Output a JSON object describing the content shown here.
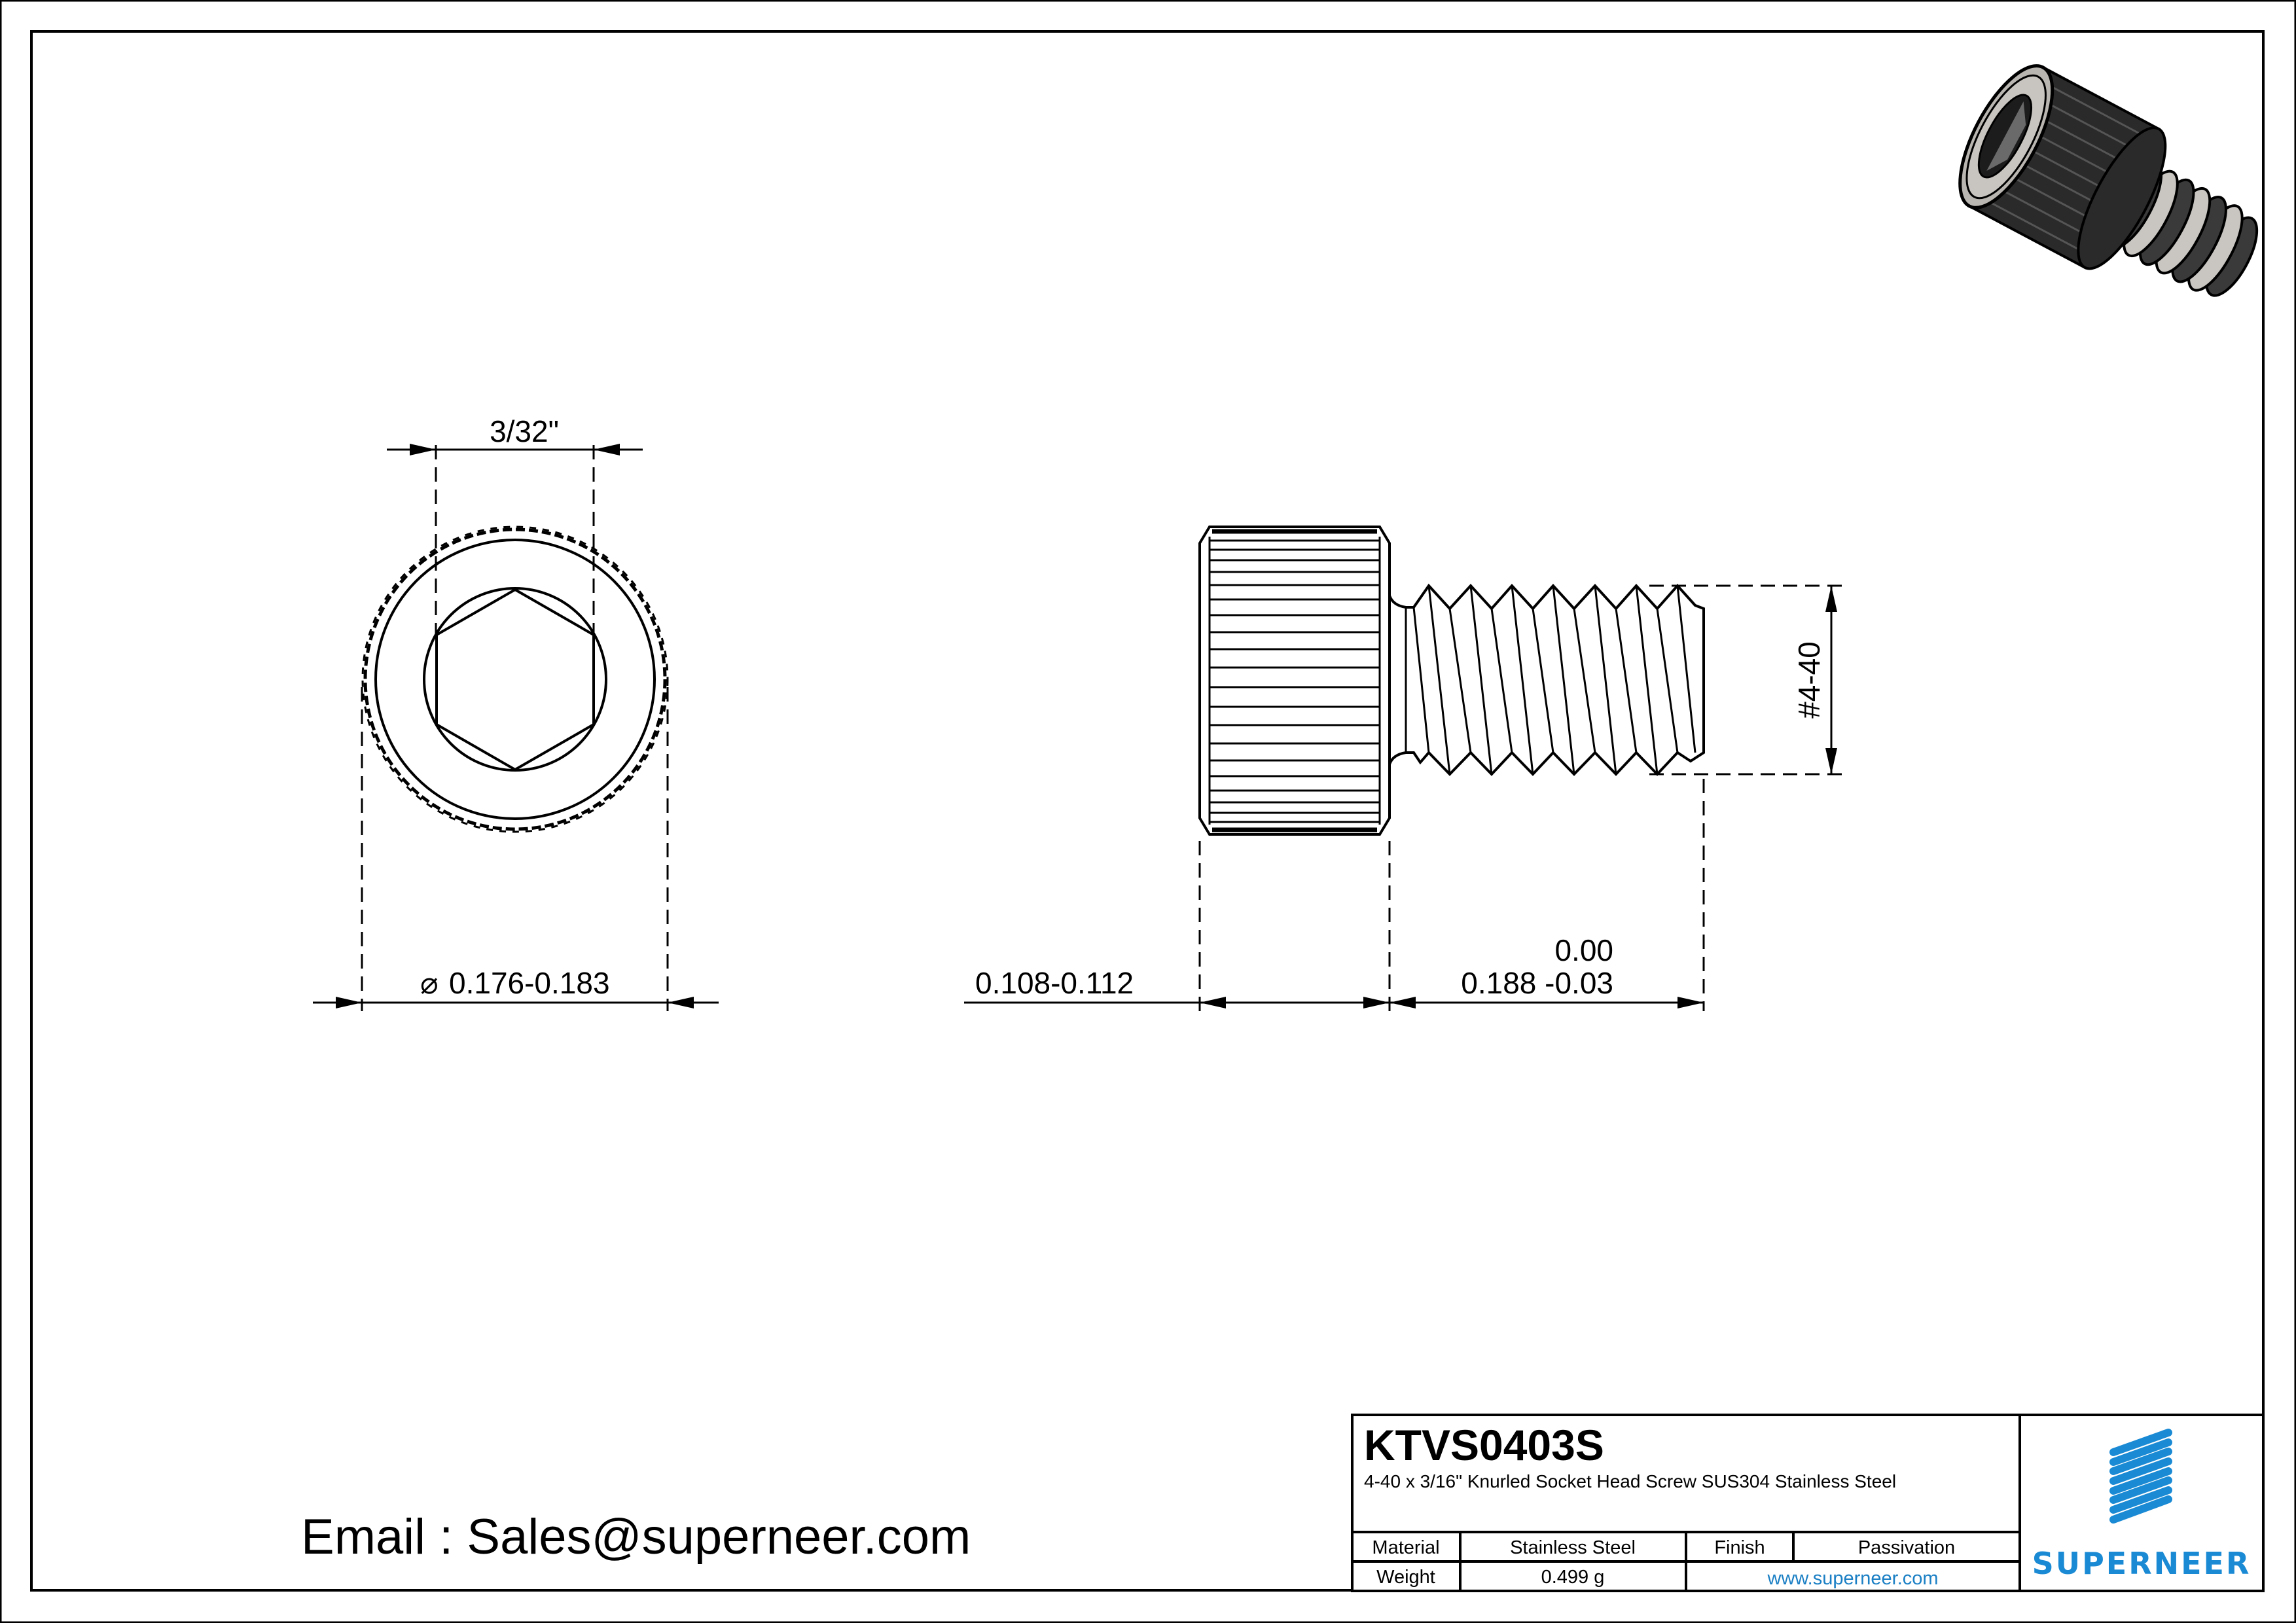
{
  "drawing": {
    "part_number": "KTVS0403S",
    "description": "4-40 x 3/16\" Knurled Socket Head Screw SUS304 Stainless Steel",
    "email": "Email : Sales@superneer.com"
  },
  "dimensions": {
    "socket_hex": "3/32\"",
    "head_diameter_symbol": "⌀",
    "head_diameter": "0.176-0.183",
    "head_height": "0.108-0.112",
    "length_upper_tol": "0.00",
    "length": "0.188 -0.03",
    "thread": "#4-40"
  },
  "title_block": {
    "material_label": "Material",
    "material_value": "Stainless Steel",
    "finish_label": "Finish",
    "finish_value": "Passivation",
    "weight_label": "Weight",
    "weight_value": "0.499 g",
    "website": "www.superneer.com"
  },
  "logo": {
    "text": "SUPERNEER",
    "icon": "striped-parallelogram-logo-icon",
    "color": "#1a8ad4"
  },
  "colors": {
    "line": "#000000",
    "brand_blue": "#1a8ad4",
    "url_blue": "#1a7fc4"
  }
}
